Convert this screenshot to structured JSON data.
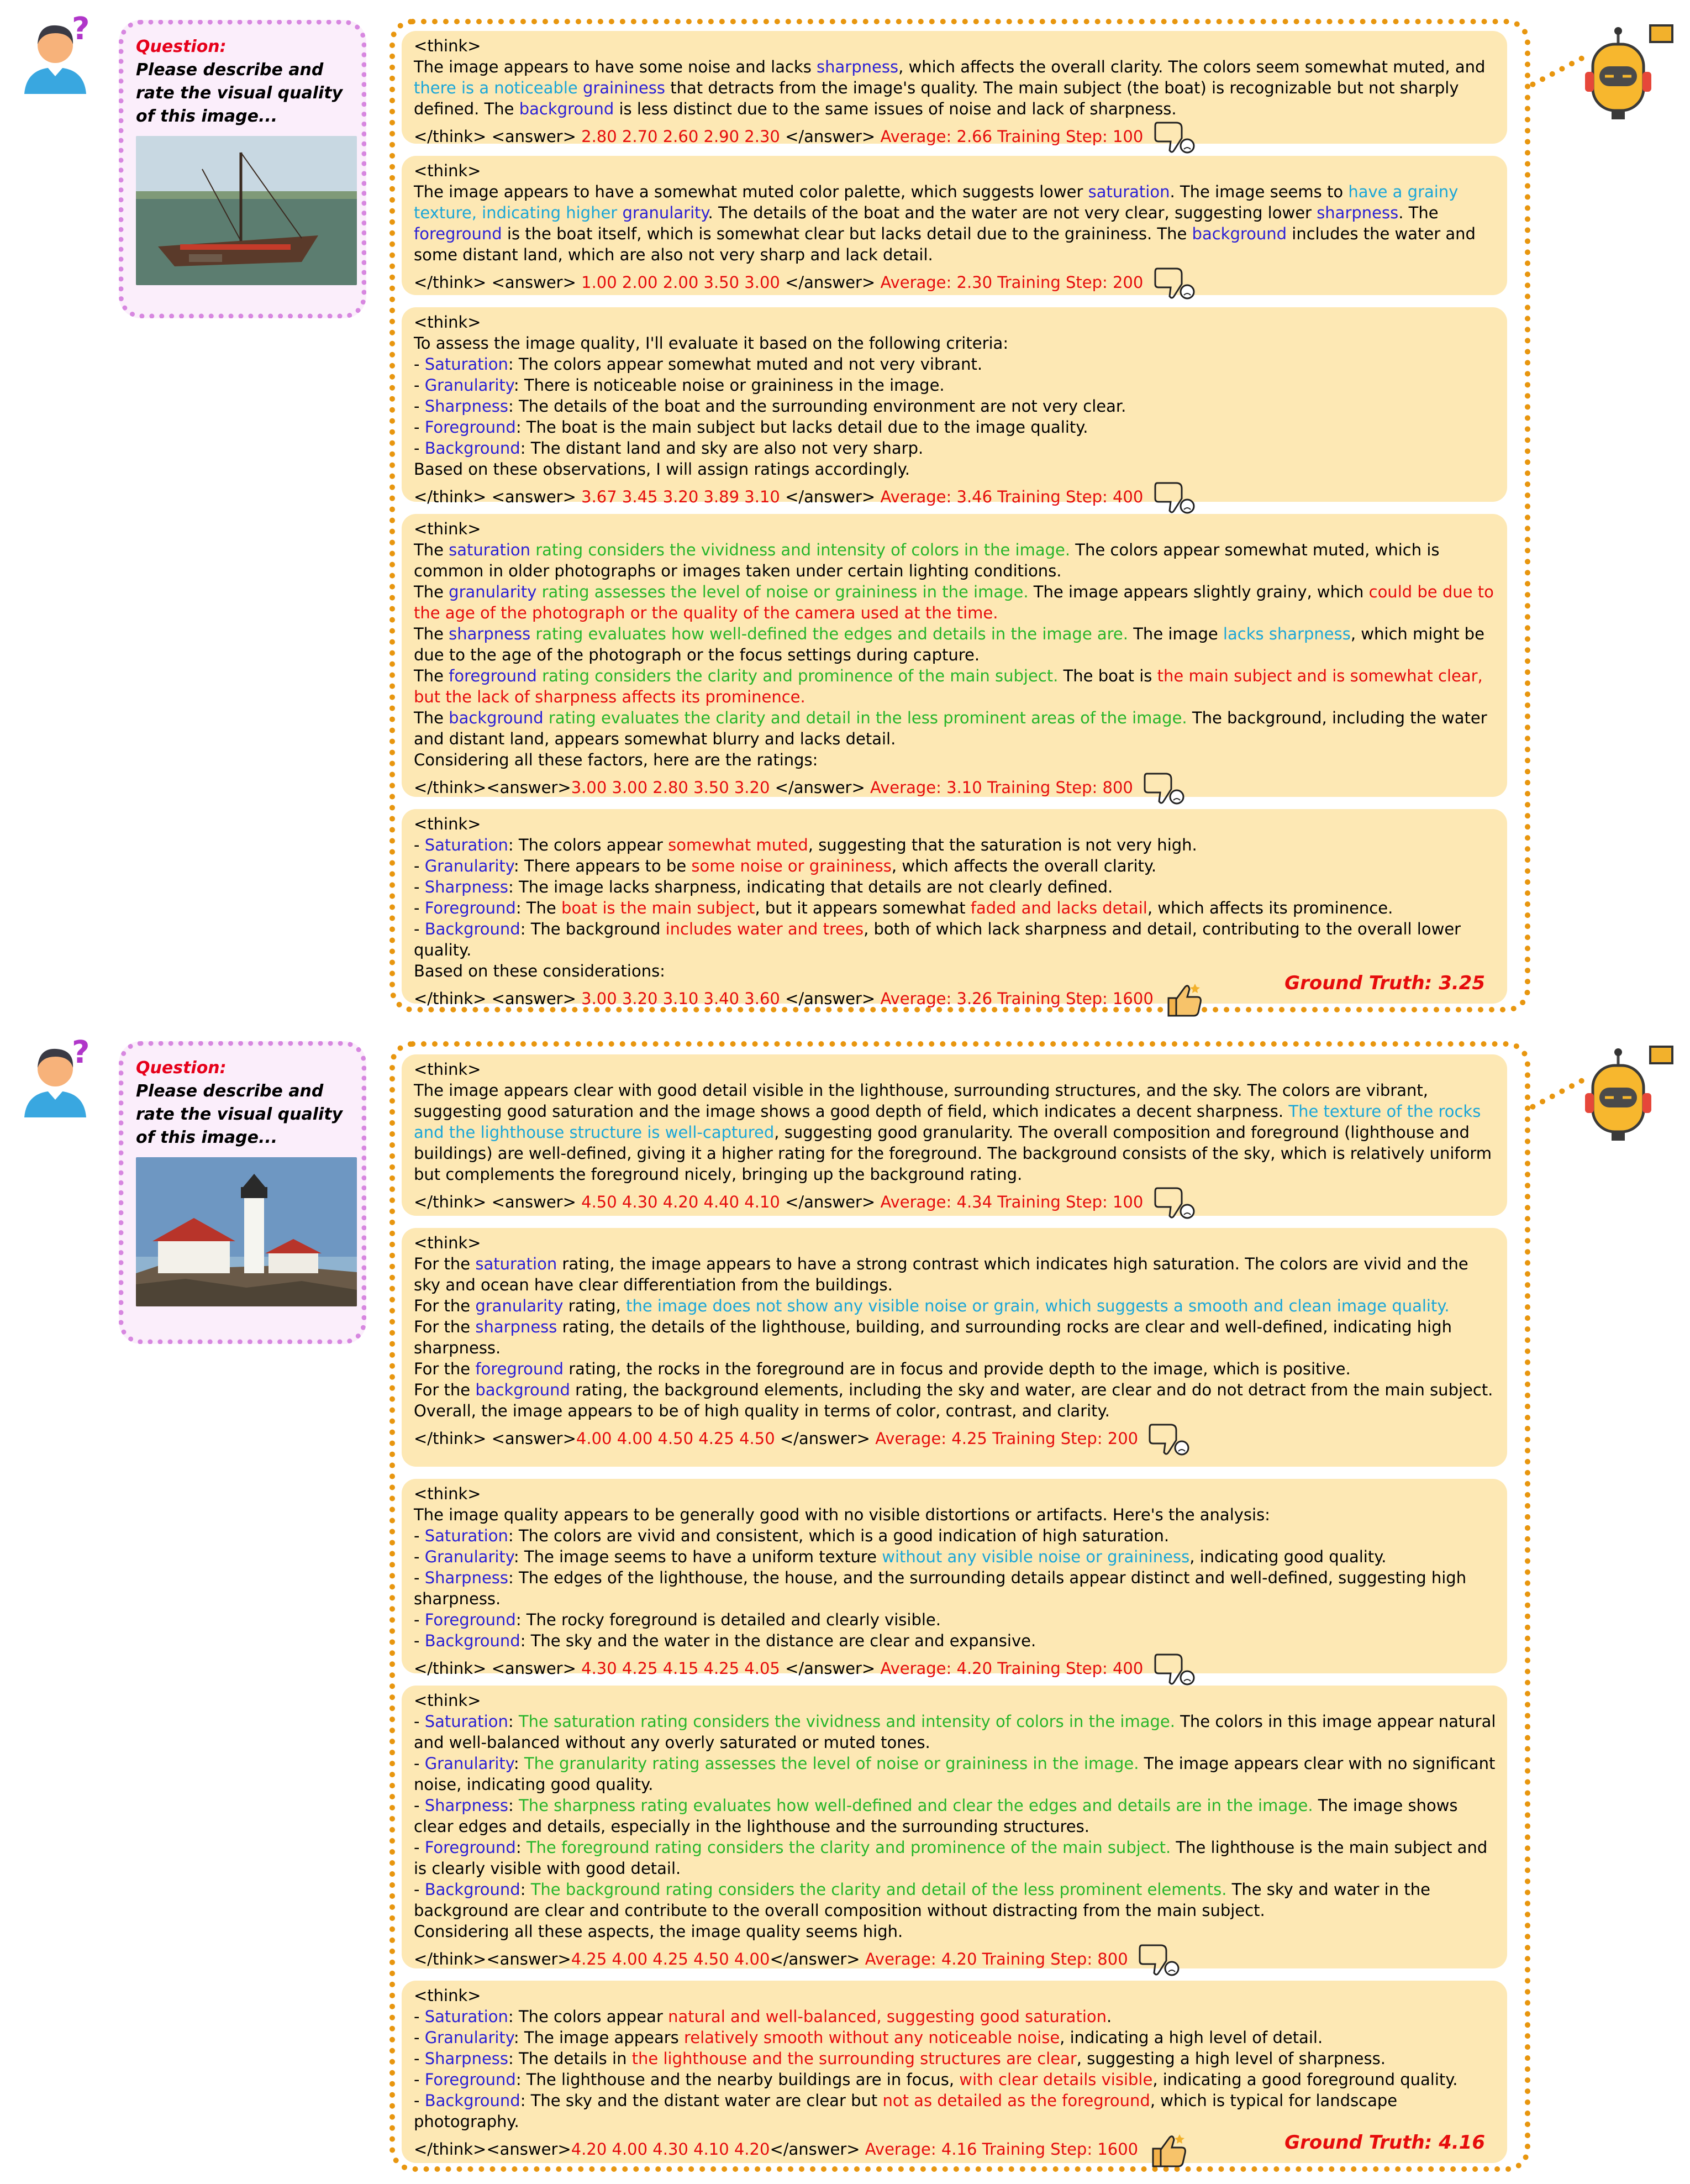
{
  "colors": {
    "term": "#2a1fd6",
    "cyan": "#1aa6d8",
    "green": "#27b52a",
    "red": "#e60c0c",
    "card": "#fde8b4",
    "border": "#e8960f",
    "qborder": "#d787e0"
  },
  "question_title": "Question:",
  "question_text": "Please describe and rate the visual quality of this image...",
  "gt1": "Ground Truth: 3.25",
  "gt2": "Ground Truth: 4.16",
  "think_tag": "<think>",
  "think_close": "</think>",
  "answer_open": "<answer>",
  "answer_close": "</answer>",
  "icons": [
    "user-avatar-icon",
    "question-mark-icon",
    "robot-icon",
    "thumbs-down-icon",
    "thumbs-up-icon",
    "boat-photo",
    "lighthouse-photo"
  ]
}
